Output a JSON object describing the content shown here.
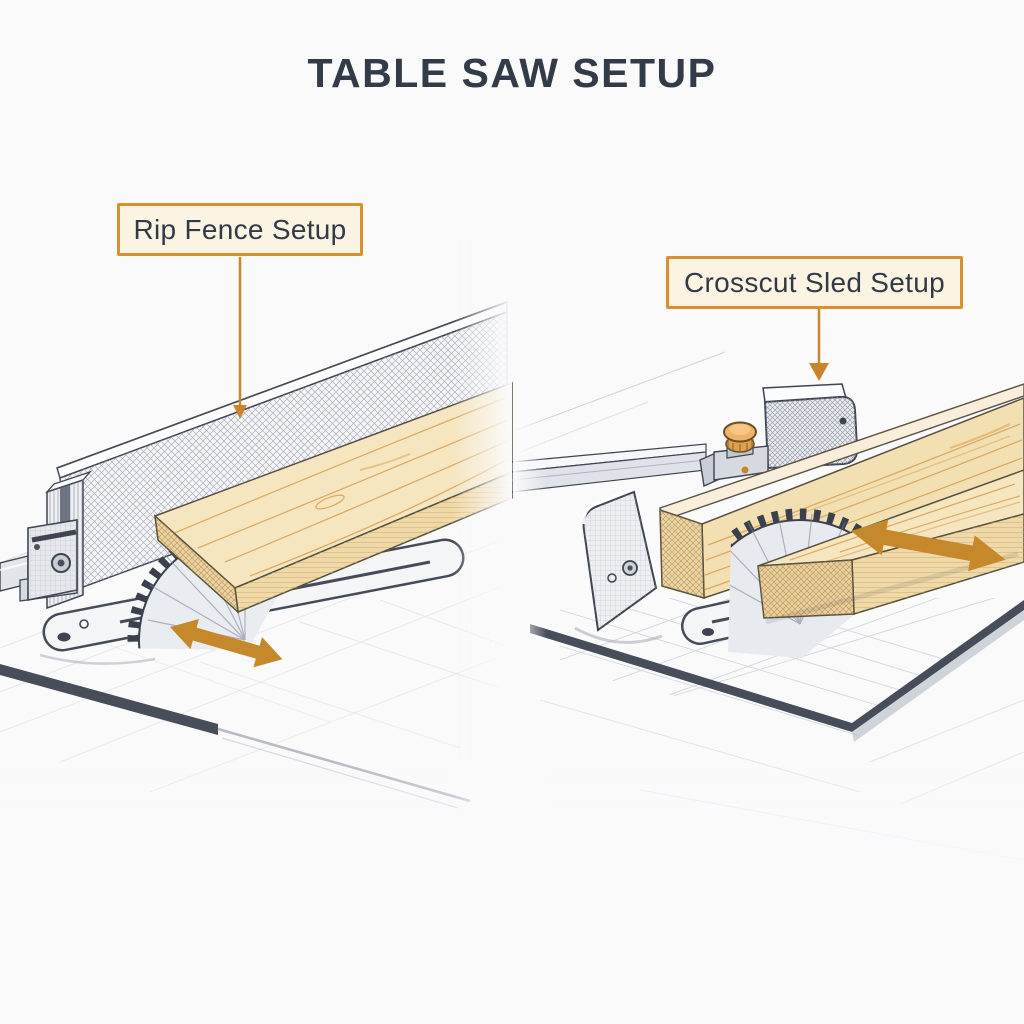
{
  "header": {
    "title": "TABLE SAW SETUP"
  },
  "panels": {
    "left": {
      "label": "Rip Fence Setup",
      "parts": [
        "rip-fence-bar",
        "fence-clamp-bracket",
        "saw-blade",
        "workpiece-board",
        "throat-plate",
        "slide-direction-arrow"
      ]
    },
    "right": {
      "label": "Crosscut Sled Setup",
      "parts": [
        "miter-gauge",
        "lock-knob",
        "sled-rail",
        "sled-back-plate",
        "wood-fence",
        "saw-blade",
        "workpiece-board",
        "throat-plate",
        "slide-direction-arrow"
      ]
    }
  },
  "colors": {
    "accent_orange": "#D9902F",
    "callout_bg": "#FBF4E2",
    "arrow_gold": "#C5882B",
    "pointer_orange": "#C9852E",
    "title_text": "#343B48",
    "sketch_ink": "#3E4450",
    "wood_light": "#F5E6C0",
    "wood_grain": "#D9A55C",
    "metal_light": "#EDEFF2",
    "bg": "#FAFAFB"
  }
}
